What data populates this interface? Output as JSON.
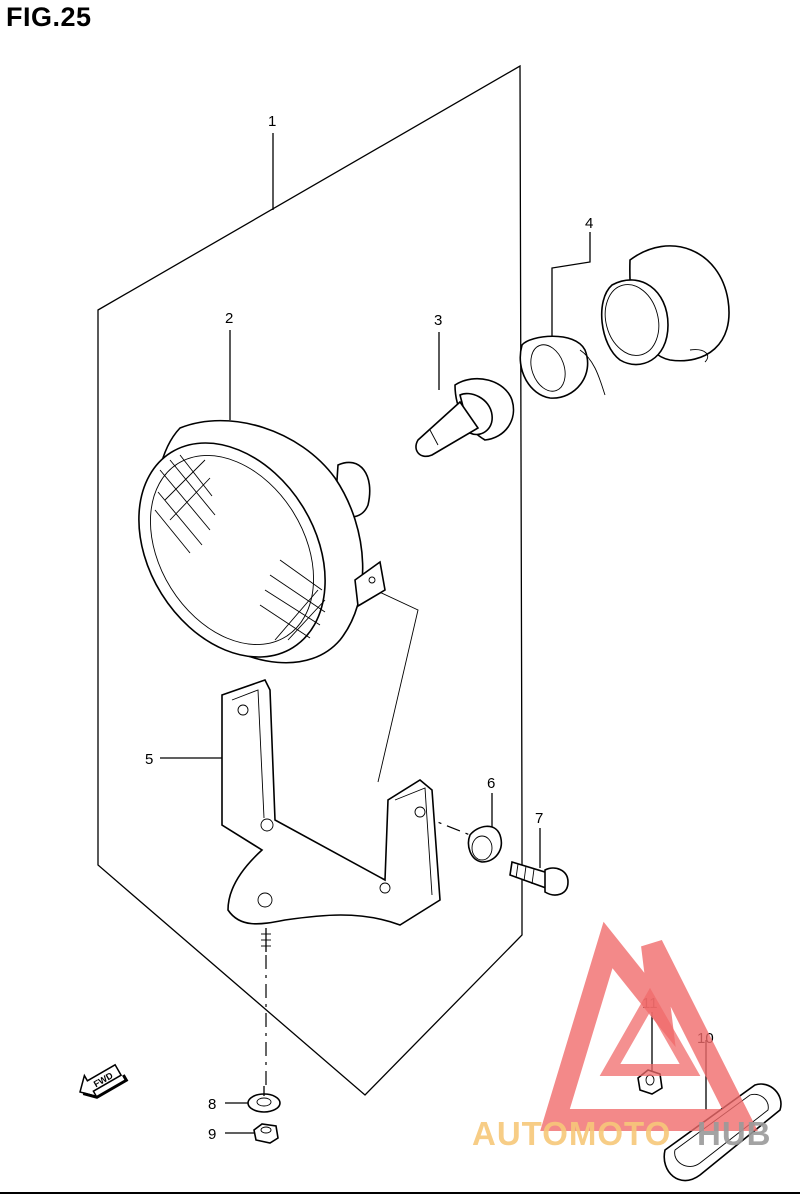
{
  "figure": {
    "title": "FIG.25"
  },
  "callouts": [
    "1",
    "2",
    "3",
    "4",
    "5",
    "6",
    "7",
    "8",
    "9",
    "10",
    "11"
  ],
  "direction_badge": {
    "label": "FWD"
  },
  "watermark": {
    "part1": "AUTOMOTO",
    "part2": "HUB",
    "accent_color": "#f06b6b",
    "text_color_1": "#f7c87a",
    "text_color_2": "#9a9a9a"
  }
}
